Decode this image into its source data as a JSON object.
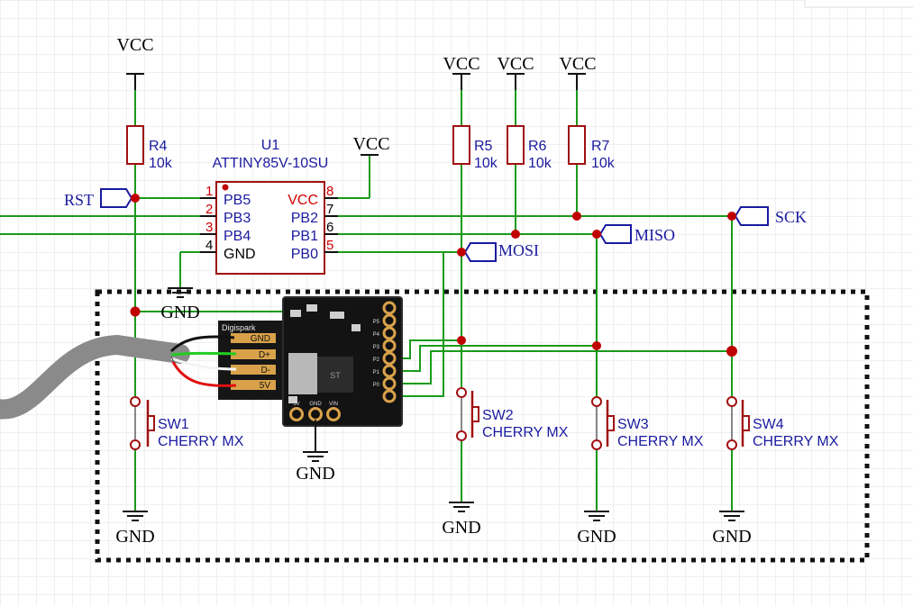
{
  "labels": {
    "vcc": "VCC",
    "gnd": "GND",
    "rst": "RST",
    "sck": "SCK",
    "miso": "MISO",
    "mosi": "MOSI"
  },
  "resistors": [
    {
      "ref": "R4",
      "value": "10k"
    },
    {
      "ref": "R5",
      "value": "10k"
    },
    {
      "ref": "R6",
      "value": "10k"
    },
    {
      "ref": "R7",
      "value": "10k"
    }
  ],
  "chip": {
    "ref": "U1",
    "part": "ATTINY85V-10SU",
    "left_pins": [
      {
        "num": "1",
        "name": "PB5"
      },
      {
        "num": "2",
        "name": "PB3"
      },
      {
        "num": "3",
        "name": "PB4"
      },
      {
        "num": "4",
        "name": "GND"
      }
    ],
    "right_pins": [
      {
        "num": "8",
        "name": "VCC"
      },
      {
        "num": "7",
        "name": "PB2"
      },
      {
        "num": "6",
        "name": "PB1"
      },
      {
        "num": "5",
        "name": "PB0"
      }
    ]
  },
  "switches": [
    {
      "ref": "SW1",
      "type": "CHERRY MX"
    },
    {
      "ref": "SW2",
      "type": "CHERRY MX"
    },
    {
      "ref": "SW3",
      "type": "CHERRY MX"
    },
    {
      "ref": "SW4",
      "type": "CHERRY MX"
    }
  ],
  "board": {
    "name": "Digispark",
    "usb_pins": [
      "GND",
      "D+",
      "D-",
      "5V"
    ],
    "bottom_pins": [
      "5V",
      "GND",
      "VIN"
    ],
    "side_pins": [
      "P5",
      "P4",
      "P3",
      "P2",
      "P1",
      "P0"
    ]
  },
  "colors": {
    "wire": "#1a9a1a",
    "component": "#a01010",
    "junction": "#c00000",
    "net_label": "#1a1aa0",
    "pin_number": "#d00000"
  }
}
